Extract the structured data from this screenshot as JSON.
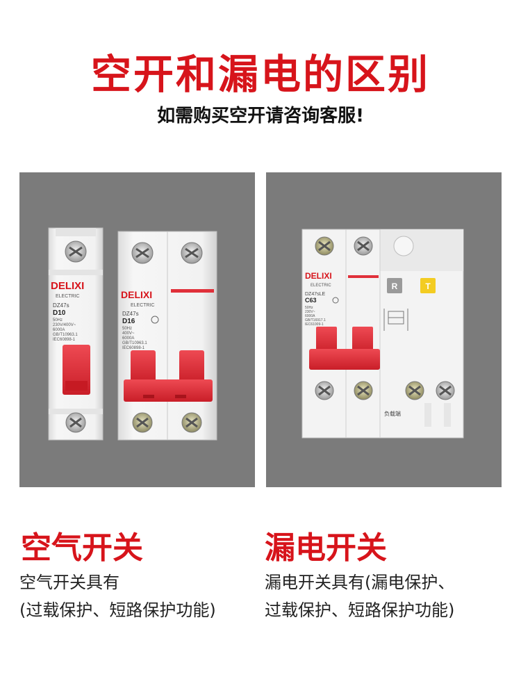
{
  "header": {
    "title": "空开和漏电的区别",
    "subtitle": "如需购买空开请咨询客服!"
  },
  "left": {
    "caption": "空气开关",
    "desc_line1": "空气开关具有",
    "desc_line2": "(过载保护、短路保护功能)",
    "product1": {
      "brand": "DELIXI",
      "brand_sub": "ELECTRIC",
      "model": "DZ47s",
      "rating": "D10",
      "spec": [
        "50Hz",
        "230V/400V~",
        "6000A",
        "GB/T10963.1",
        "IEC60898-1"
      ]
    },
    "product2": {
      "brand": "DELIXI",
      "brand_sub": "ELECTRIC",
      "model": "DZ47s",
      "rating": "D16",
      "spec": [
        "50Hz",
        "400V~",
        "6000A",
        "GB/T10963.1",
        "IEC60898-1"
      ]
    }
  },
  "right": {
    "caption": "漏电开关",
    "desc_line1": "漏电开关具有(漏电保护、",
    "desc_line2": "过载保护、短路保护功能)",
    "product": {
      "brand": "DELIXI",
      "brand_sub": "ELECTRIC",
      "model": "DZ47sLE",
      "rating": "C63",
      "spec": [
        "50Hz",
        "230V~",
        "6000A",
        "GB/T16917.1",
        "IEC61009-1"
      ],
      "reset_label": "R",
      "test_label": "T",
      "load_label": "负载端"
    }
  },
  "colors": {
    "accent": "#d7141b",
    "panel_bg": "#7b7b7b",
    "breaker_body": "#f1f1f1",
    "handle": "#e0303a",
    "test_button": "#f3cc22"
  },
  "icons": [
    "terminal-screw-icon",
    "ccc-mark-icon",
    "circuit-symbol-icon"
  ]
}
